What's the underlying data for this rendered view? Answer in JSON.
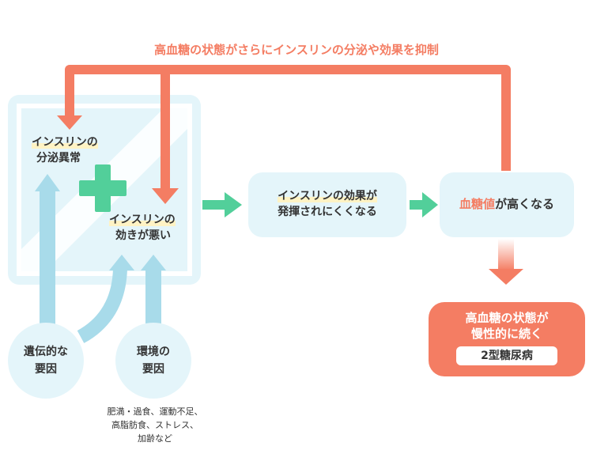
{
  "colors": {
    "salmon": "#f47d63",
    "light_blue": "#e4f5fa",
    "pale_blue_arrow": "#a8dbea",
    "green": "#52cf9a",
    "text": "#333333"
  },
  "diagram": {
    "title": "高血糖の状態がさらにインスリンの分泌や効果を抑制",
    "secretion": {
      "line1": "インスリンの",
      "line2": "分泌異常"
    },
    "action": {
      "line1": "インスリンの",
      "line2": "効きが悪い"
    },
    "effect": {
      "line1": "インスリンの効果が",
      "line2": "発揮されにくくなる"
    },
    "glucose": {
      "highlight": "血糖値",
      "rest": "が高くなる"
    },
    "genetic": {
      "line1": "遺伝的な",
      "line2": "要因"
    },
    "environment": {
      "line1": "環境の",
      "line2": "要因"
    },
    "environment_note": {
      "line1": "肥満・過食、運動不足、",
      "line2": "高脂肪食、ストレス、",
      "line3": "加齢など"
    },
    "result": {
      "line1": "高血糖の状態が",
      "line2": "慢性的に続く",
      "badge": "2型糖尿病"
    }
  }
}
